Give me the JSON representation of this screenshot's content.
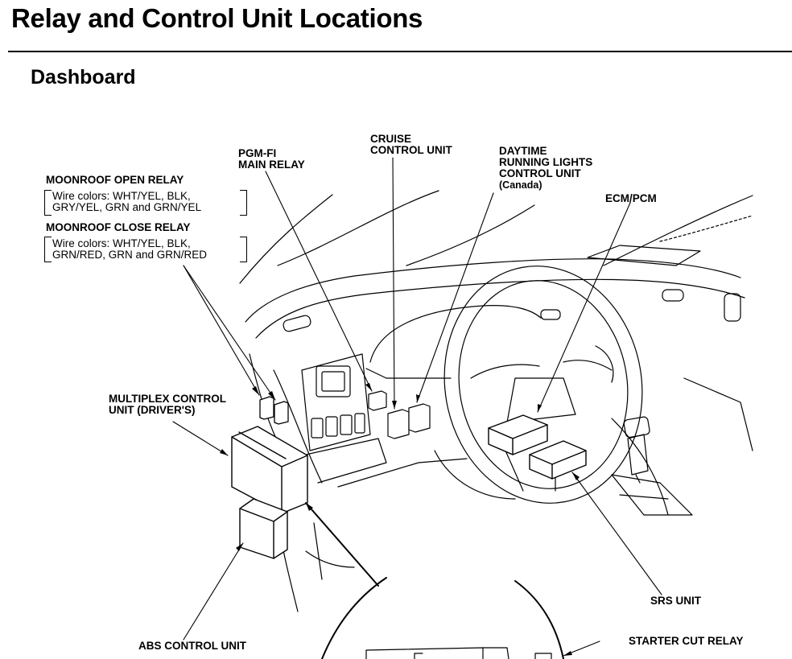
{
  "title": "Relay and Control Unit Locations",
  "section": "Dashboard",
  "labels": {
    "moonroof_open_relay": "MOONROOF OPEN RELAY",
    "moonroof_open_wires_1": "Wire colors: WHT/YEL, BLK,",
    "moonroof_open_wires_2": "GRY/YEL, GRN and GRN/YEL",
    "moonroof_close_relay": "MOONROOF CLOSE RELAY",
    "moonroof_close_wires_1": "Wire colors: WHT/YEL, BLK,",
    "moonroof_close_wires_2": "GRN/RED, GRN and GRN/RED",
    "pgm_fi_1": "PGM-FI",
    "pgm_fi_2": "MAIN RELAY",
    "cruise_1": "CRUISE",
    "cruise_2": "CONTROL UNIT",
    "drl_1": "DAYTIME",
    "drl_2": "RUNNING LIGHTS",
    "drl_3": "CONTROL UNIT",
    "drl_4": "(Canada)",
    "ecm_pcm": "ECM/PCM",
    "multiplex_1": "MULTIPLEX CONTROL",
    "multiplex_2": "UNIT (DRIVER'S)",
    "srs_unit": "SRS UNIT",
    "abs_control_unit": "ABS CONTROL UNIT",
    "starter_cut_relay": "STARTER CUT RELAY"
  }
}
